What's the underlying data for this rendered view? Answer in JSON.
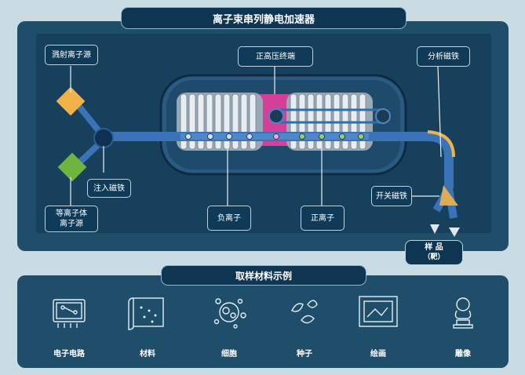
{
  "title": "离子束串列静电加速器",
  "sample_section_title": "取样材料示例",
  "labels": {
    "sputter_source": "溅射离子源",
    "plasma_source_l1": "等离子体",
    "plasma_source_l2": "离子源",
    "injection_magnet": "注入磁铁",
    "high_voltage_terminal": "正高压终端",
    "analyzing_magnet": "分析磁铁",
    "negative_ion": "负离子",
    "positive_ion": "正离子",
    "switching_magnet": "开关磁铁",
    "sample_target_l1": "样 品",
    "sample_target_l2": "（靶）"
  },
  "samples": [
    {
      "label": "电子电路",
      "icon": "circuit-board-icon"
    },
    {
      "label": "材料",
      "icon": "material-scroll-icon"
    },
    {
      "label": "细胞",
      "icon": "cells-icon"
    },
    {
      "label": "种子",
      "icon": "seeds-icon"
    },
    {
      "label": "绘画",
      "icon": "painting-icon"
    },
    {
      "label": "雕像",
      "icon": "statue-icon"
    }
  ],
  "colors": {
    "panel": "#1f4e6b",
    "accent_orange": "#f1b24a",
    "accent_green": "#6fb43f",
    "terminal_pink": "#d43f9a",
    "beam_blue": "#3a73b8"
  }
}
